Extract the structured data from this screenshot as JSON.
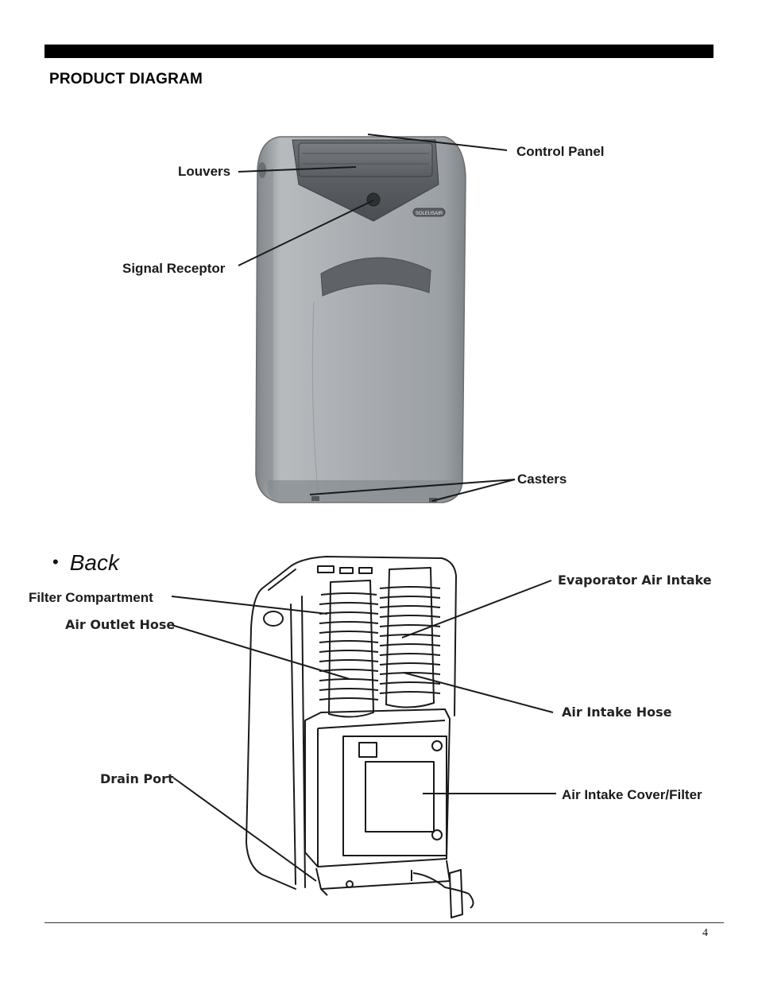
{
  "header": {
    "title": "PRODUCT DIAGRAM"
  },
  "front_view": {
    "labels": {
      "control_panel": "Control Panel",
      "louvers": "Louvers",
      "signal_receptor": "Signal Receptor",
      "casters": "Casters"
    },
    "brand_badge": "SOLEUSAIR"
  },
  "back_view": {
    "heading": "Back",
    "bullet": "•",
    "labels": {
      "filter_compartment": "Filter Compartment",
      "air_outlet_hose": "Air Outlet Hose",
      "evaporator_air_intake": "Evaporator Air Intake",
      "air_intake_hose": "Air Intake Hose",
      "drain_port": "Drain Port",
      "air_intake_cover_filter": "Air Intake Cover/Filter"
    }
  },
  "footer": {
    "page_number": "4"
  },
  "colors": {
    "unit_body": "#a9aeb2",
    "unit_dark": "#5d6064",
    "line": "#1a1a1a"
  }
}
